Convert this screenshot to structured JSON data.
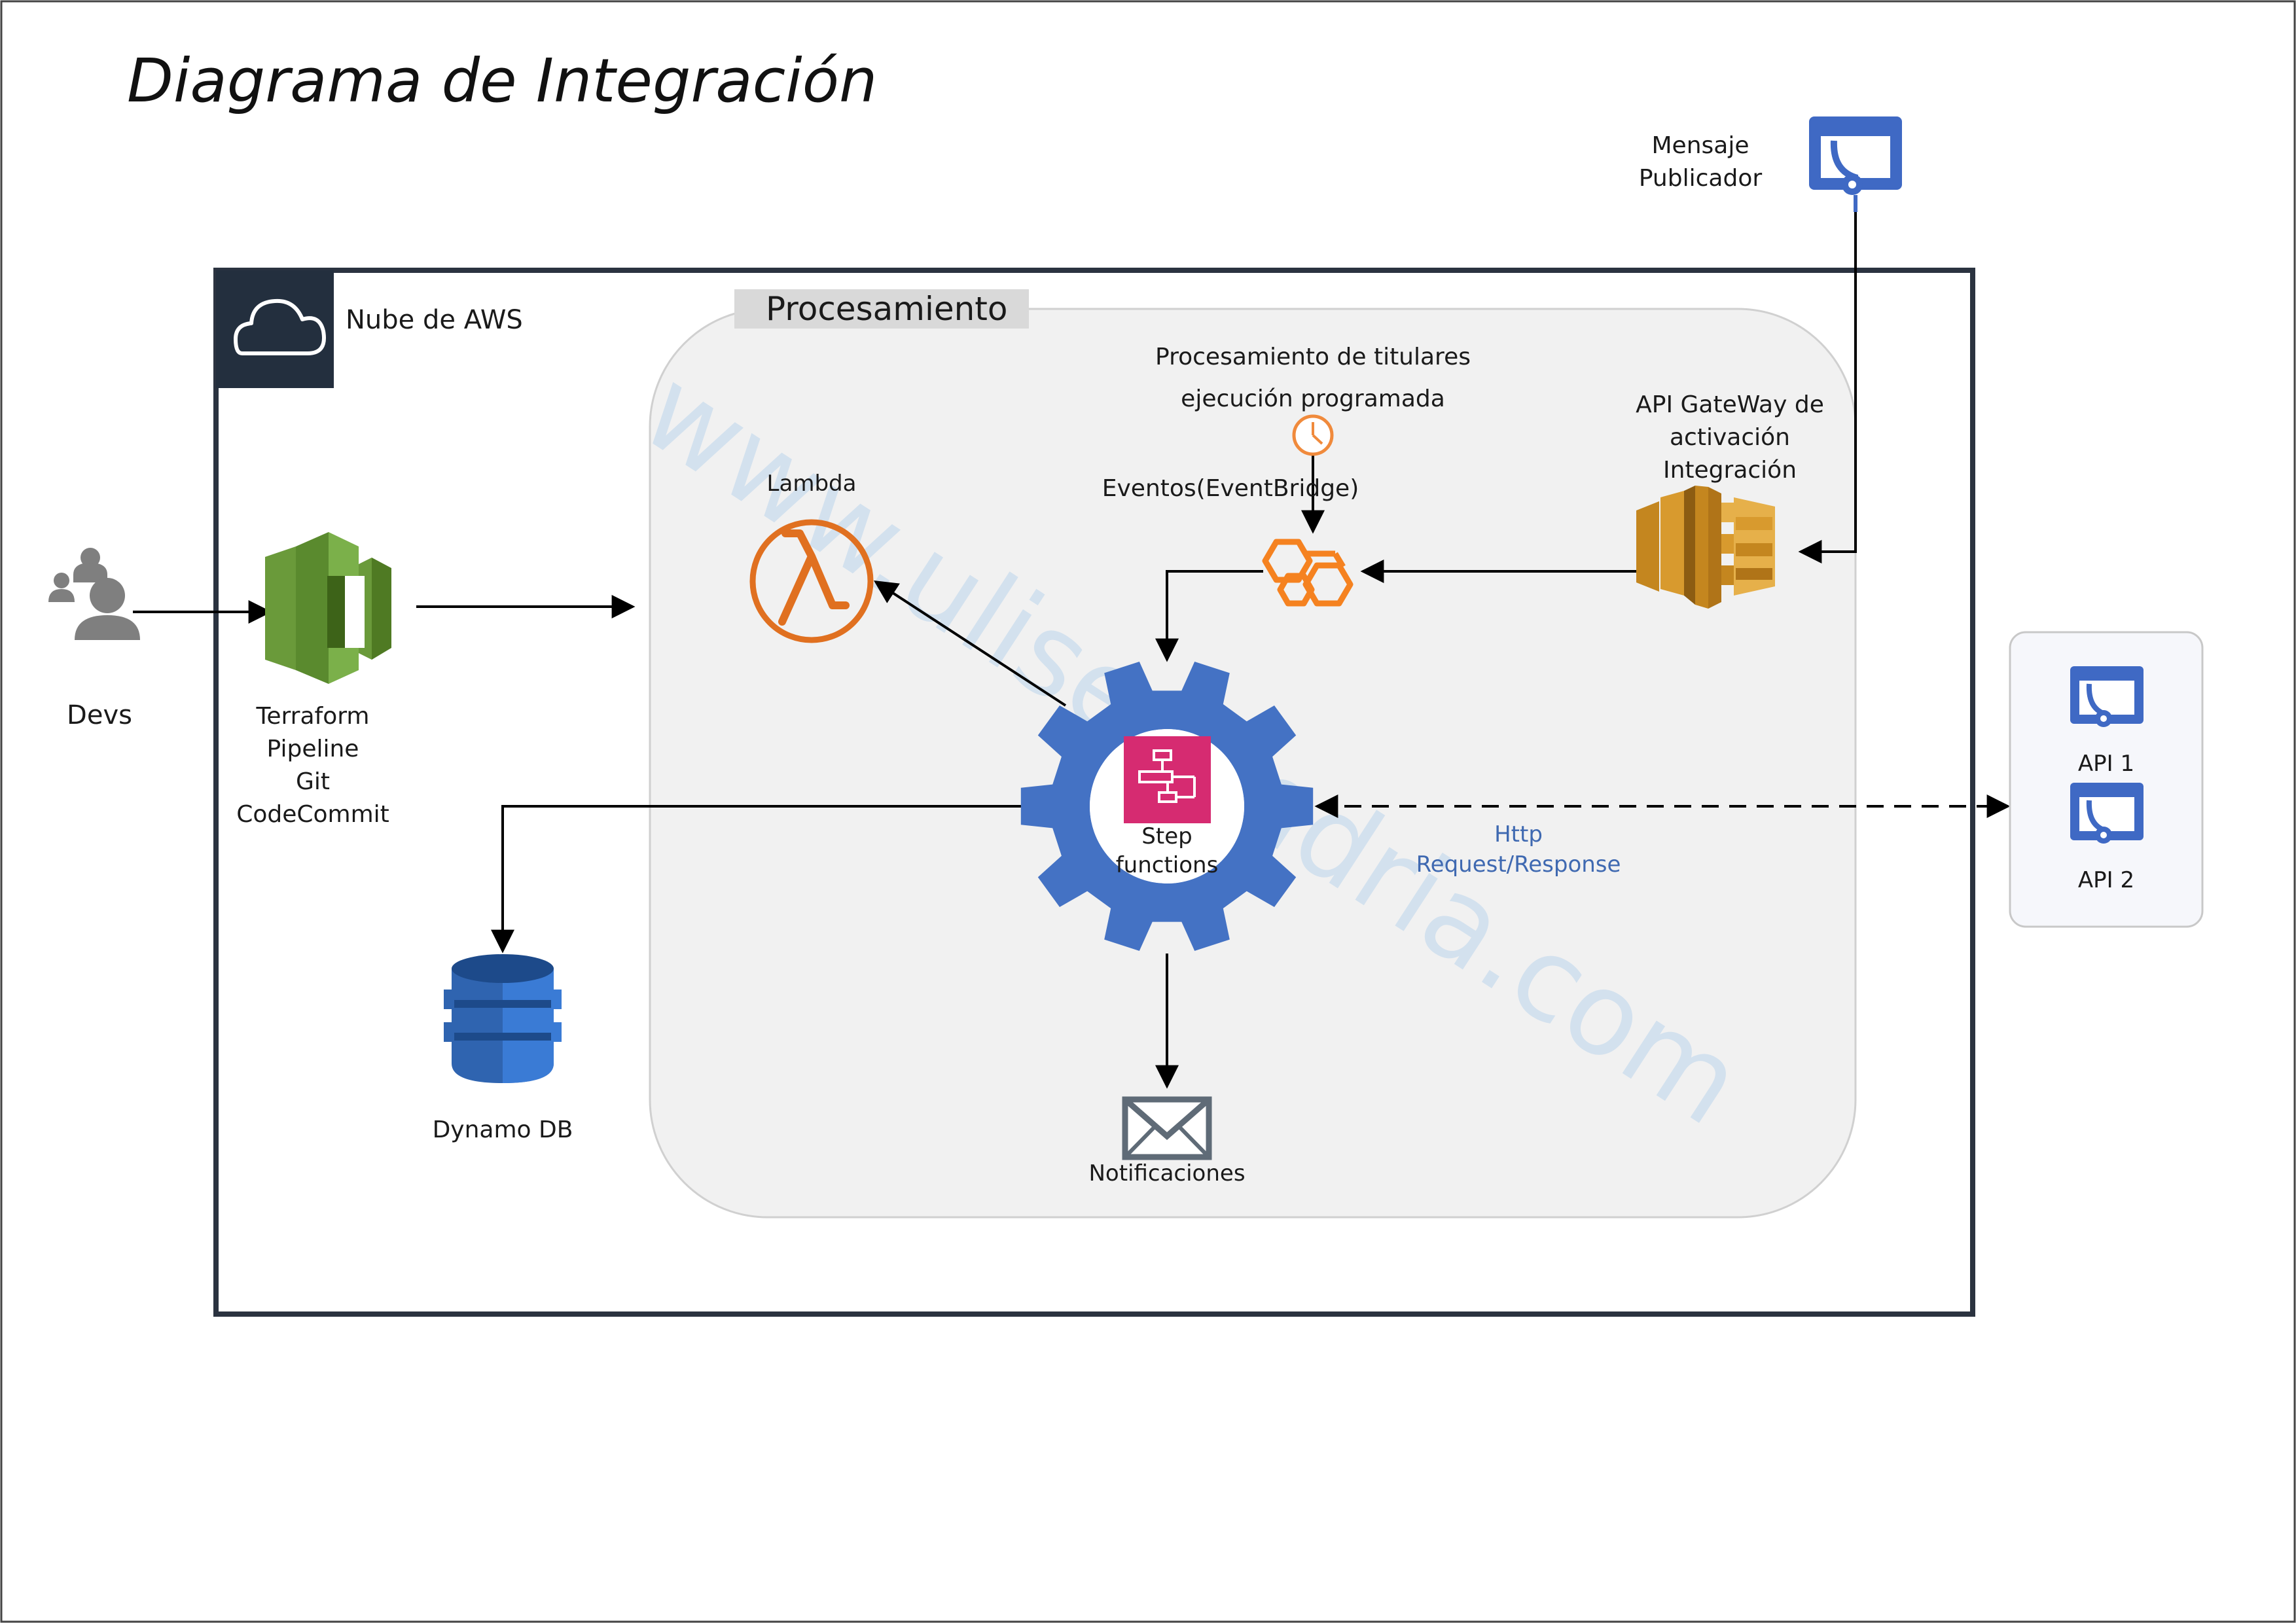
{
  "title": "Diagrama de Integración",
  "aws_cloud": {
    "label": "Nube de AWS"
  },
  "processing": {
    "label": "Procesamiento"
  },
  "nodes": {
    "devs": {
      "label": "Devs",
      "icon": "users-icon"
    },
    "pipeline": {
      "lines": [
        "Terraform",
        "Pipeline",
        "Git",
        "CodeCommit"
      ],
      "icon": "codecommit-icon"
    },
    "lambda": {
      "label": "Lambda",
      "icon": "lambda-icon"
    },
    "scheduler": {
      "lines": [
        "Procesamiento de titulares",
        "ejecución programada"
      ],
      "icon": "clock-icon"
    },
    "eventbridge": {
      "label": "Eventos(EventBridge)",
      "icon": "eventbridge-icon"
    },
    "api_gateway": {
      "lines": [
        "API GateWay de",
        "activación",
        "Integración"
      ],
      "icon": "api-gateway-icon"
    },
    "publisher": {
      "lines": [
        "Mensaje",
        "Publicador"
      ],
      "icon": "publisher-icon"
    },
    "step_functions": {
      "lines": [
        "Step",
        "functions"
      ],
      "icon": "step-functions-icon"
    },
    "dynamodb": {
      "label": "Dynamo DB",
      "icon": "dynamodb-icon"
    },
    "notifications": {
      "label": "Notificaciones",
      "icon": "envelope-icon"
    },
    "api1": {
      "label": "API 1",
      "icon": "api-icon"
    },
    "api2": {
      "label": "API 2",
      "icon": "api-icon"
    }
  },
  "edges": {
    "http": {
      "lines": [
        "Http",
        "Request/Response"
      ]
    }
  },
  "watermark": "www.ulisesandria.com",
  "colors": {
    "frame": "#2b3340",
    "aws_header": "#232f3e",
    "processing_bg": "#f1f1f1",
    "gear": "#4472c4",
    "step_functions": "#d62b71",
    "lambda": "#e07020",
    "eventbridge": "#f58220",
    "codecommit": "#6a9a3a",
    "api_gateway": "#d89a2e",
    "dynamodb": "#2f64b0",
    "api_icon": "#3f69c4",
    "envelope": "#5f6b77",
    "watermark": "#c9dcee"
  }
}
